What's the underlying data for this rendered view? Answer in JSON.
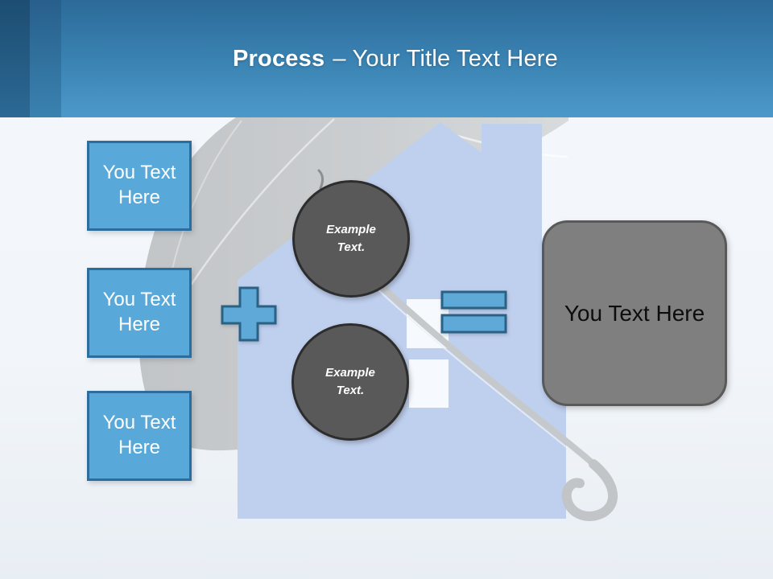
{
  "header": {
    "title_bold": "Process",
    "title_rest": "– Your Title Text Here"
  },
  "process_diagram": {
    "input_boxes": [
      {
        "label": "You Text Here"
      },
      {
        "label": "You Text Here"
      },
      {
        "label": "You Text Here"
      }
    ],
    "example_circles": [
      {
        "label": "Example Text."
      },
      {
        "label": "Example Text."
      }
    ],
    "result_box": {
      "label": "You Text Here"
    }
  },
  "colors": {
    "header_top": "#2C6A99",
    "header_bottom": "#4C99C9",
    "accent_blue_fill": "#58A9DA",
    "accent_blue_border": "#2C6D9E",
    "operator_fill": "#5FA9D8",
    "operator_border": "#2B6183",
    "circle_fill": "#595959",
    "circle_border": "#2D2D2D",
    "result_fill": "#7F7F7F",
    "result_border": "#595959",
    "house_blue": "#BFCFEE",
    "umbrella_gray": "#C7CACC"
  }
}
